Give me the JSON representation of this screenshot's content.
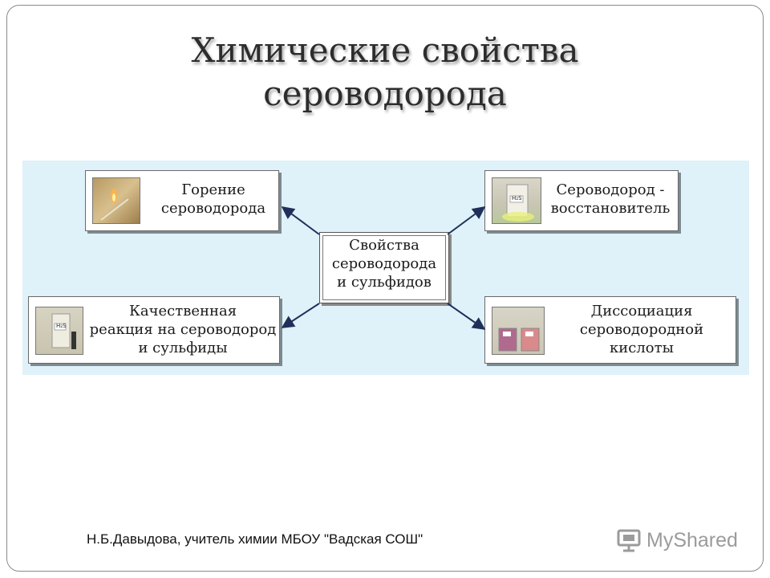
{
  "slide": {
    "title_line1": "Химические свойства",
    "title_line2": "сероводорода"
  },
  "diagram": {
    "center": {
      "line1": "Свойства",
      "line2": "сероводорода",
      "line3": "и сульфидов"
    },
    "nodes": {
      "combustion": {
        "line1": "Горение",
        "line2": "сероводорода"
      },
      "reducer": {
        "line1": "Сероводород -",
        "line2": "восстановитель"
      },
      "qualitative": {
        "line1": "Качественная",
        "line2": "реакция на сероводород",
        "line3": "и сульфиды"
      },
      "dissociation": {
        "line1": "Диссоциация",
        "line2": "сероводородной",
        "line3": "кислоты"
      }
    },
    "photo_labels": {
      "h2s": "H₂S"
    }
  },
  "footer": {
    "author": "Н.Б.Давыдова, учитель химии МБОУ \"Вадская СОШ\""
  },
  "watermark": {
    "brand": "MyShared",
    "icon": "presentation-screen-icon"
  },
  "colors": {
    "panel": "#dff1f9",
    "arrow": "#1f2f5a",
    "title": "#2d2d2d"
  }
}
